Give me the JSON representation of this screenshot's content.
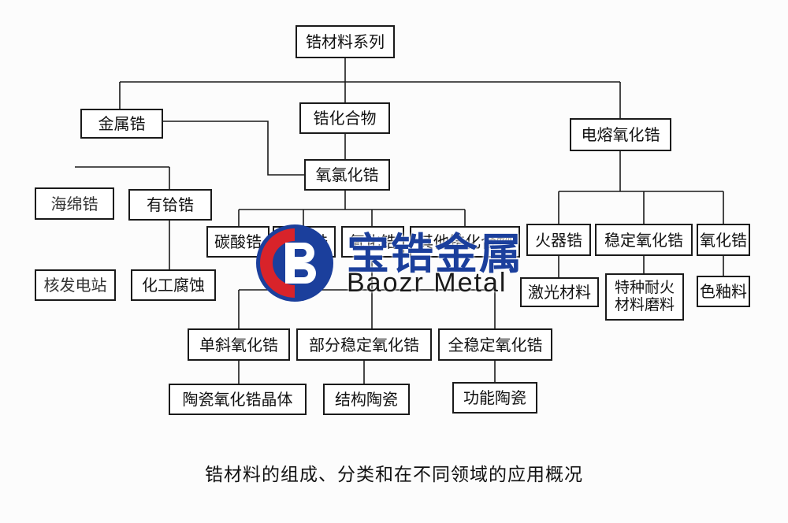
{
  "diagram": {
    "root": "锆材料系列",
    "level1": {
      "metal": "金属锆",
      "compound": "锆化合物",
      "fused": "电熔氧化锆"
    },
    "metal_children": {
      "sponge": "海绵锆",
      "nuclear_grade": "有铪锆",
      "sponge_use": "核发电站",
      "nuclear_use": "化工腐蚀"
    },
    "oxychloride": "氧氯化锆",
    "compound_children": {
      "carbonate": "碳酸锆",
      "sulfate": "硫酸锆",
      "oxide": "氧化锆",
      "others": "其他锆化合物"
    },
    "oxide_children": {
      "monoclinic": "单斜氧化锆",
      "partial": "部分稳定氧化锆",
      "full": "全稳定氧化锆"
    },
    "oxide_products": {
      "crystal": "陶瓷氧化锆晶体",
      "structural": "结构陶瓷",
      "functional": "功能陶瓷"
    },
    "fused_children": {
      "fire": "火器锆",
      "stable": "稳定氧化锆",
      "oxide": "氧化锆"
    },
    "fused_products": {
      "laser": "激光材料",
      "refractory": "特种耐火材料磨料",
      "glaze": "色釉料"
    }
  },
  "caption": "锆材料的组成、分类和在不同领域的应用概况",
  "watermark": {
    "name_cn": "宝锆金属",
    "name_en": "Baozr Metal",
    "logo_icon": "bg-monogram-logo",
    "colors": {
      "blue": "#1b3f9c",
      "red": "#d8232a"
    }
  }
}
